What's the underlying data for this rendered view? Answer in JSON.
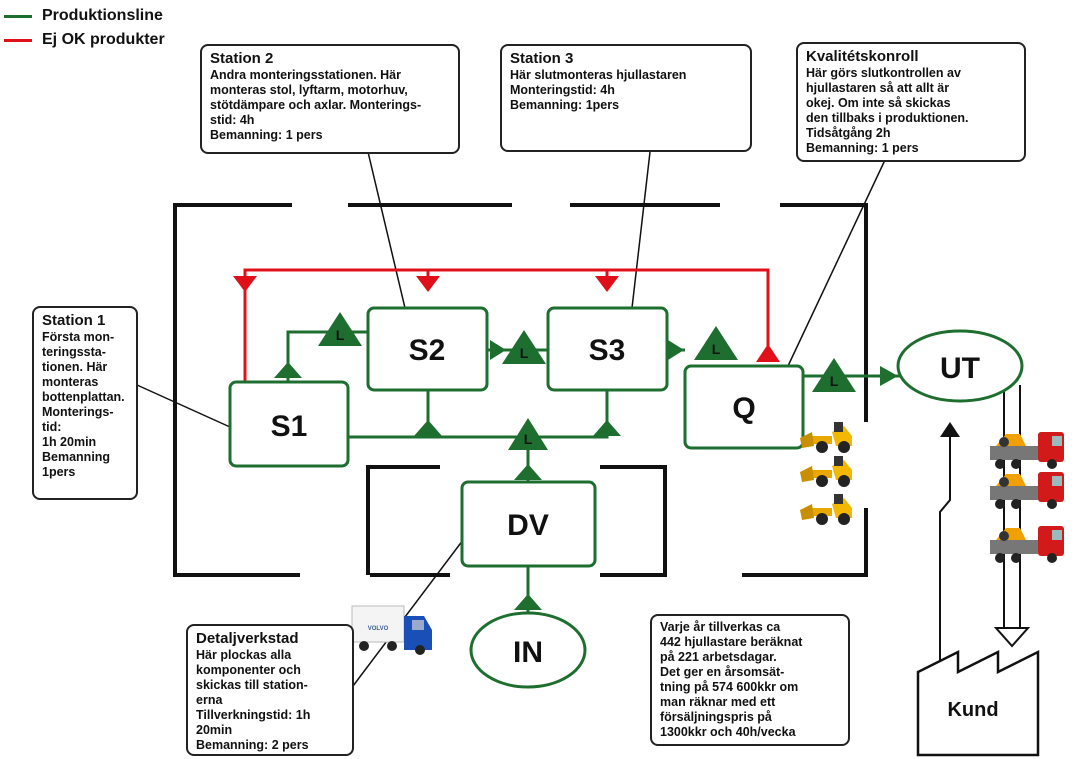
{
  "legend": {
    "production": {
      "label": "Produktionsline",
      "color": "#1e6e30"
    },
    "defect": {
      "label": "Ej OK produkter",
      "color": "#e0101a"
    }
  },
  "notes": {
    "station2": {
      "title": "Station 2",
      "body": "Andra monteringsstationen. Här\nmonteras stol, lyftarm, motorhuv,\nstötdämpare och axlar. Monterings-\nstid: 4h\nBemanning: 1 pers"
    },
    "station3": {
      "title": "Station 3",
      "body": "Här slutmonteras hjullastaren\nMonteringstid: 4h\nBemanning: 1pers"
    },
    "quality": {
      "title": "Kvalitétskonroll",
      "body": "Här görs slutkontrollen av\nhjullastaren så att allt är\nokej. Om inte så skickas\nden tillbaks i produktionen.\nTidsåtgång 2h\nBemanning: 1 pers"
    },
    "station1": {
      "title": "Station 1",
      "body": "Första mon-\nteringssta-\ntionen. Här\nmonteras\nbottenplattan.\nMonterings-\ntid:\n1h 20min\nBemanning\n1pers"
    },
    "workshop": {
      "title": "Detaljverkstad",
      "body": "Här plockas alla\nkomponenter och\nskickas till station-\nerna\nTillverkningstid: 1h\n20min\nBemanning: 2 pers"
    },
    "summary": {
      "title": "",
      "body": "Varje år tillverkas ca\n442 hjullastare beräknat\npå 221 arbetsdagar.\nDet ger en årsomsät-\ntning på 574 600kkr om\nman räknar med ett\nförsäljningspris på\n1300kkr och 40h/vecka"
    }
  },
  "nodes": {
    "s1": "S1",
    "s2": "S2",
    "s3": "S3",
    "q": "Q",
    "dv": "DV",
    "in": "IN",
    "ut": "UT",
    "kund": "Kund"
  },
  "storage_label": "L",
  "truck_brand": "VOLVO",
  "colors": {
    "green": "#1e6e30",
    "red": "#e0101a",
    "wall": "#111111",
    "wheel_loader": "#f0b400",
    "lorry": "#d21a1a"
  }
}
